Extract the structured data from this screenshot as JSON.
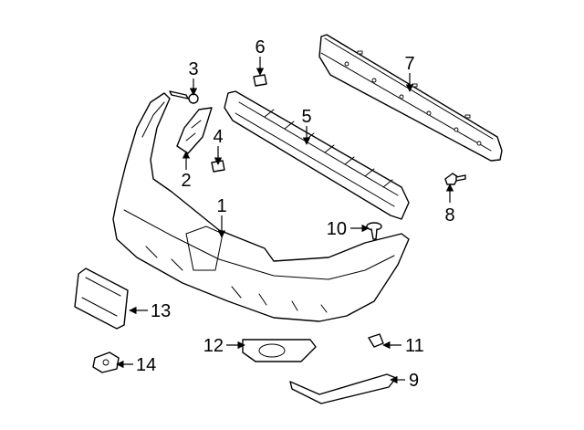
{
  "callouts": [
    {
      "number": "1"
    },
    {
      "number": "2"
    },
    {
      "number": "3"
    },
    {
      "number": "4"
    },
    {
      "number": "5"
    },
    {
      "number": "6"
    },
    {
      "number": "7"
    },
    {
      "number": "8"
    },
    {
      "number": "9"
    },
    {
      "number": "10"
    },
    {
      "number": "11"
    },
    {
      "number": "12"
    },
    {
      "number": "13"
    },
    {
      "number": "14"
    }
  ]
}
